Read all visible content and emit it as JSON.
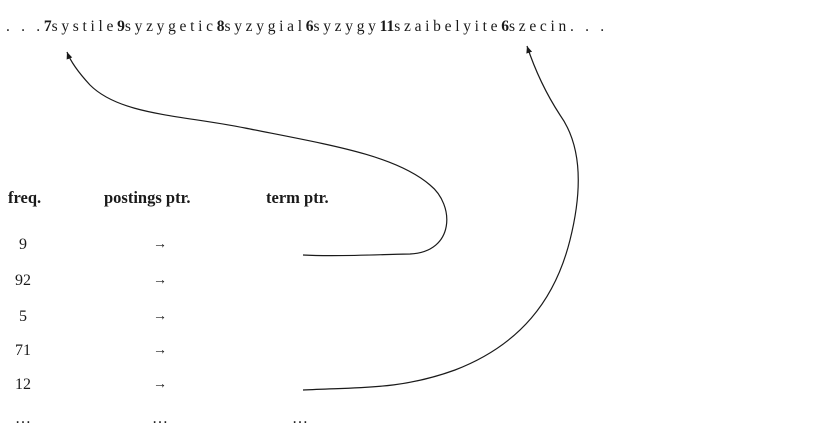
{
  "term_string": {
    "lead": ". . .",
    "segments": [
      {
        "len": "7",
        "term": "systile"
      },
      {
        "len": "9",
        "term": "syzygetic"
      },
      {
        "len": "8",
        "term": "syzygial"
      },
      {
        "len": "6",
        "term": "syzygy"
      },
      {
        "len": "11",
        "term": "szaibelyite"
      },
      {
        "len": "6",
        "term": "szecin"
      }
    ],
    "trail": ". . ."
  },
  "table": {
    "headers": {
      "freq": "freq.",
      "postings": "postings ptr.",
      "term": "term ptr."
    },
    "rows": [
      {
        "freq": "9",
        "postings": "→"
      },
      {
        "freq": "92",
        "postings": "→"
      },
      {
        "freq": "5",
        "postings": "→"
      },
      {
        "freq": "71",
        "postings": "→"
      },
      {
        "freq": "12",
        "postings": "→"
      }
    ],
    "ellipsis": "…"
  }
}
